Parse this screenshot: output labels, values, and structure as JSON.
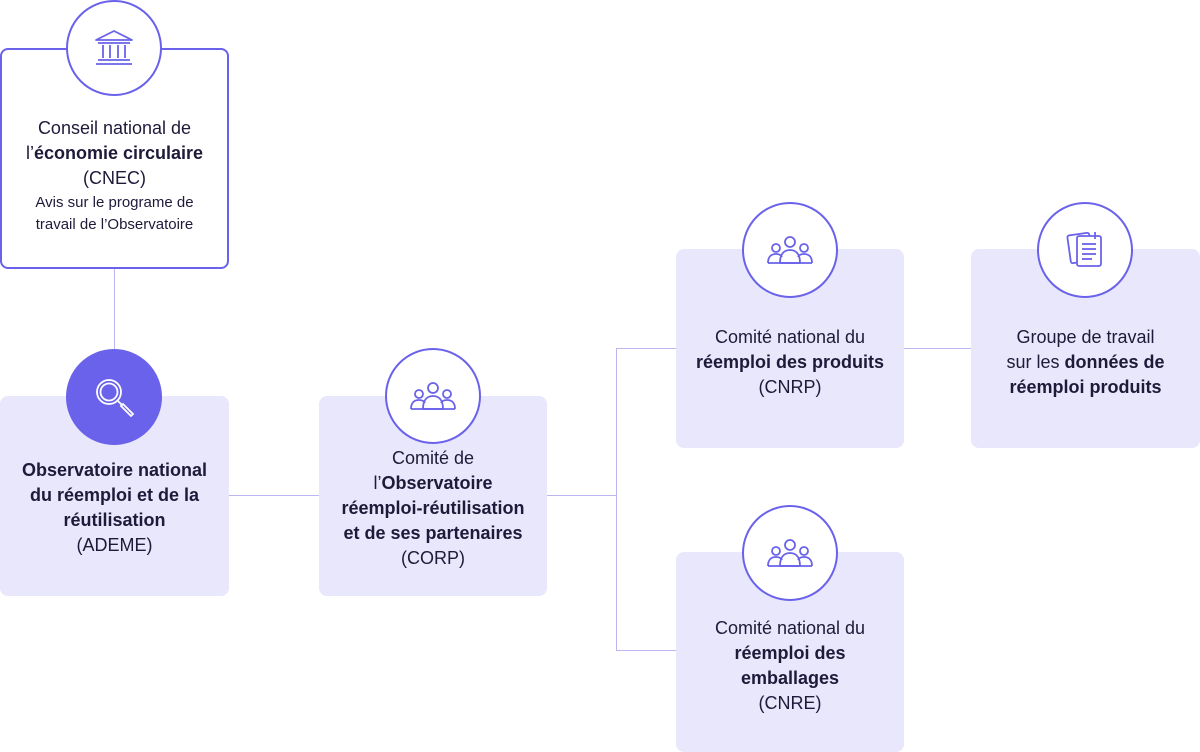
{
  "cnec": {
    "l1": "Conseil national de",
    "l2a": "l’",
    "l2b": "économie circulaire",
    "l3": "(CNEC)",
    "sub1": "Avis sur le programe de",
    "sub2": "travail de l’Observatoire"
  },
  "ademe": {
    "l1": "Observatoire national",
    "l2": "du réemploi et de la",
    "l3": "réutilisation",
    "l4": "(ADEME)"
  },
  "corp": {
    "l1": "Comité de",
    "l2a": "l’",
    "l2b": "Observatoire",
    "l3": "réemploi-réutilisation",
    "l4": "et de ses partenaires",
    "l5": "(CORP)"
  },
  "cnrp": {
    "l1": "Comité national du",
    "l2": "réemploi des produits",
    "l3": "(CNRP)"
  },
  "gt": {
    "l1": "Groupe de travail",
    "l2a": "sur les ",
    "l2b": "données de",
    "l3": "réemploi produits"
  },
  "cnre": {
    "l1": "Comité national du",
    "l2": "réemploi des",
    "l3": "emballages",
    "l4": "(CNRE)"
  },
  "icons": {
    "cnec": "institution-icon",
    "ademe": "magnifier-icon",
    "corp": "group-icon",
    "cnrp": "group-icon",
    "cnre": "group-icon",
    "gt": "documents-icon"
  },
  "colors": {
    "accent": "#6a62ea",
    "box_fill": "#e8e7fb",
    "line": "#bab6f1"
  }
}
